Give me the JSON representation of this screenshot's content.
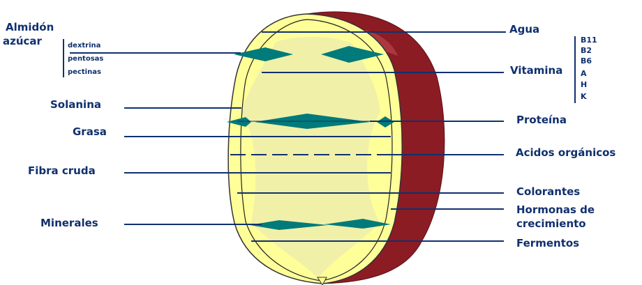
{
  "colors": {
    "label": "#10306e",
    "line": "#10306e",
    "flesh": "#ffff99",
    "flesh_core": "#eeeeaa",
    "skin": "#8c1c24",
    "band": "#007a7a"
  },
  "labels_left": {
    "almidon": "Almidón",
    "azucar": "azúcar",
    "dextrina": "dextrina",
    "pentosas": "pentosas",
    "pectinas": "pectinas",
    "solanina": "Solanina",
    "grasa": "Grasa",
    "fibra": "Fibra cruda",
    "minerales": "Minerales"
  },
  "labels_right": {
    "agua": "Agua",
    "vitamina": "Vitamina",
    "vitamins": [
      "B11",
      "B2",
      "B6",
      "A",
      "H",
      "K"
    ],
    "proteina": "Proteína",
    "acidos": "Acidos orgánicos",
    "colorantes": "Colorantes",
    "hormonas_1": "Hormonas de",
    "hormonas_2": "crecimiento",
    "fermentos": "Fermentos"
  }
}
